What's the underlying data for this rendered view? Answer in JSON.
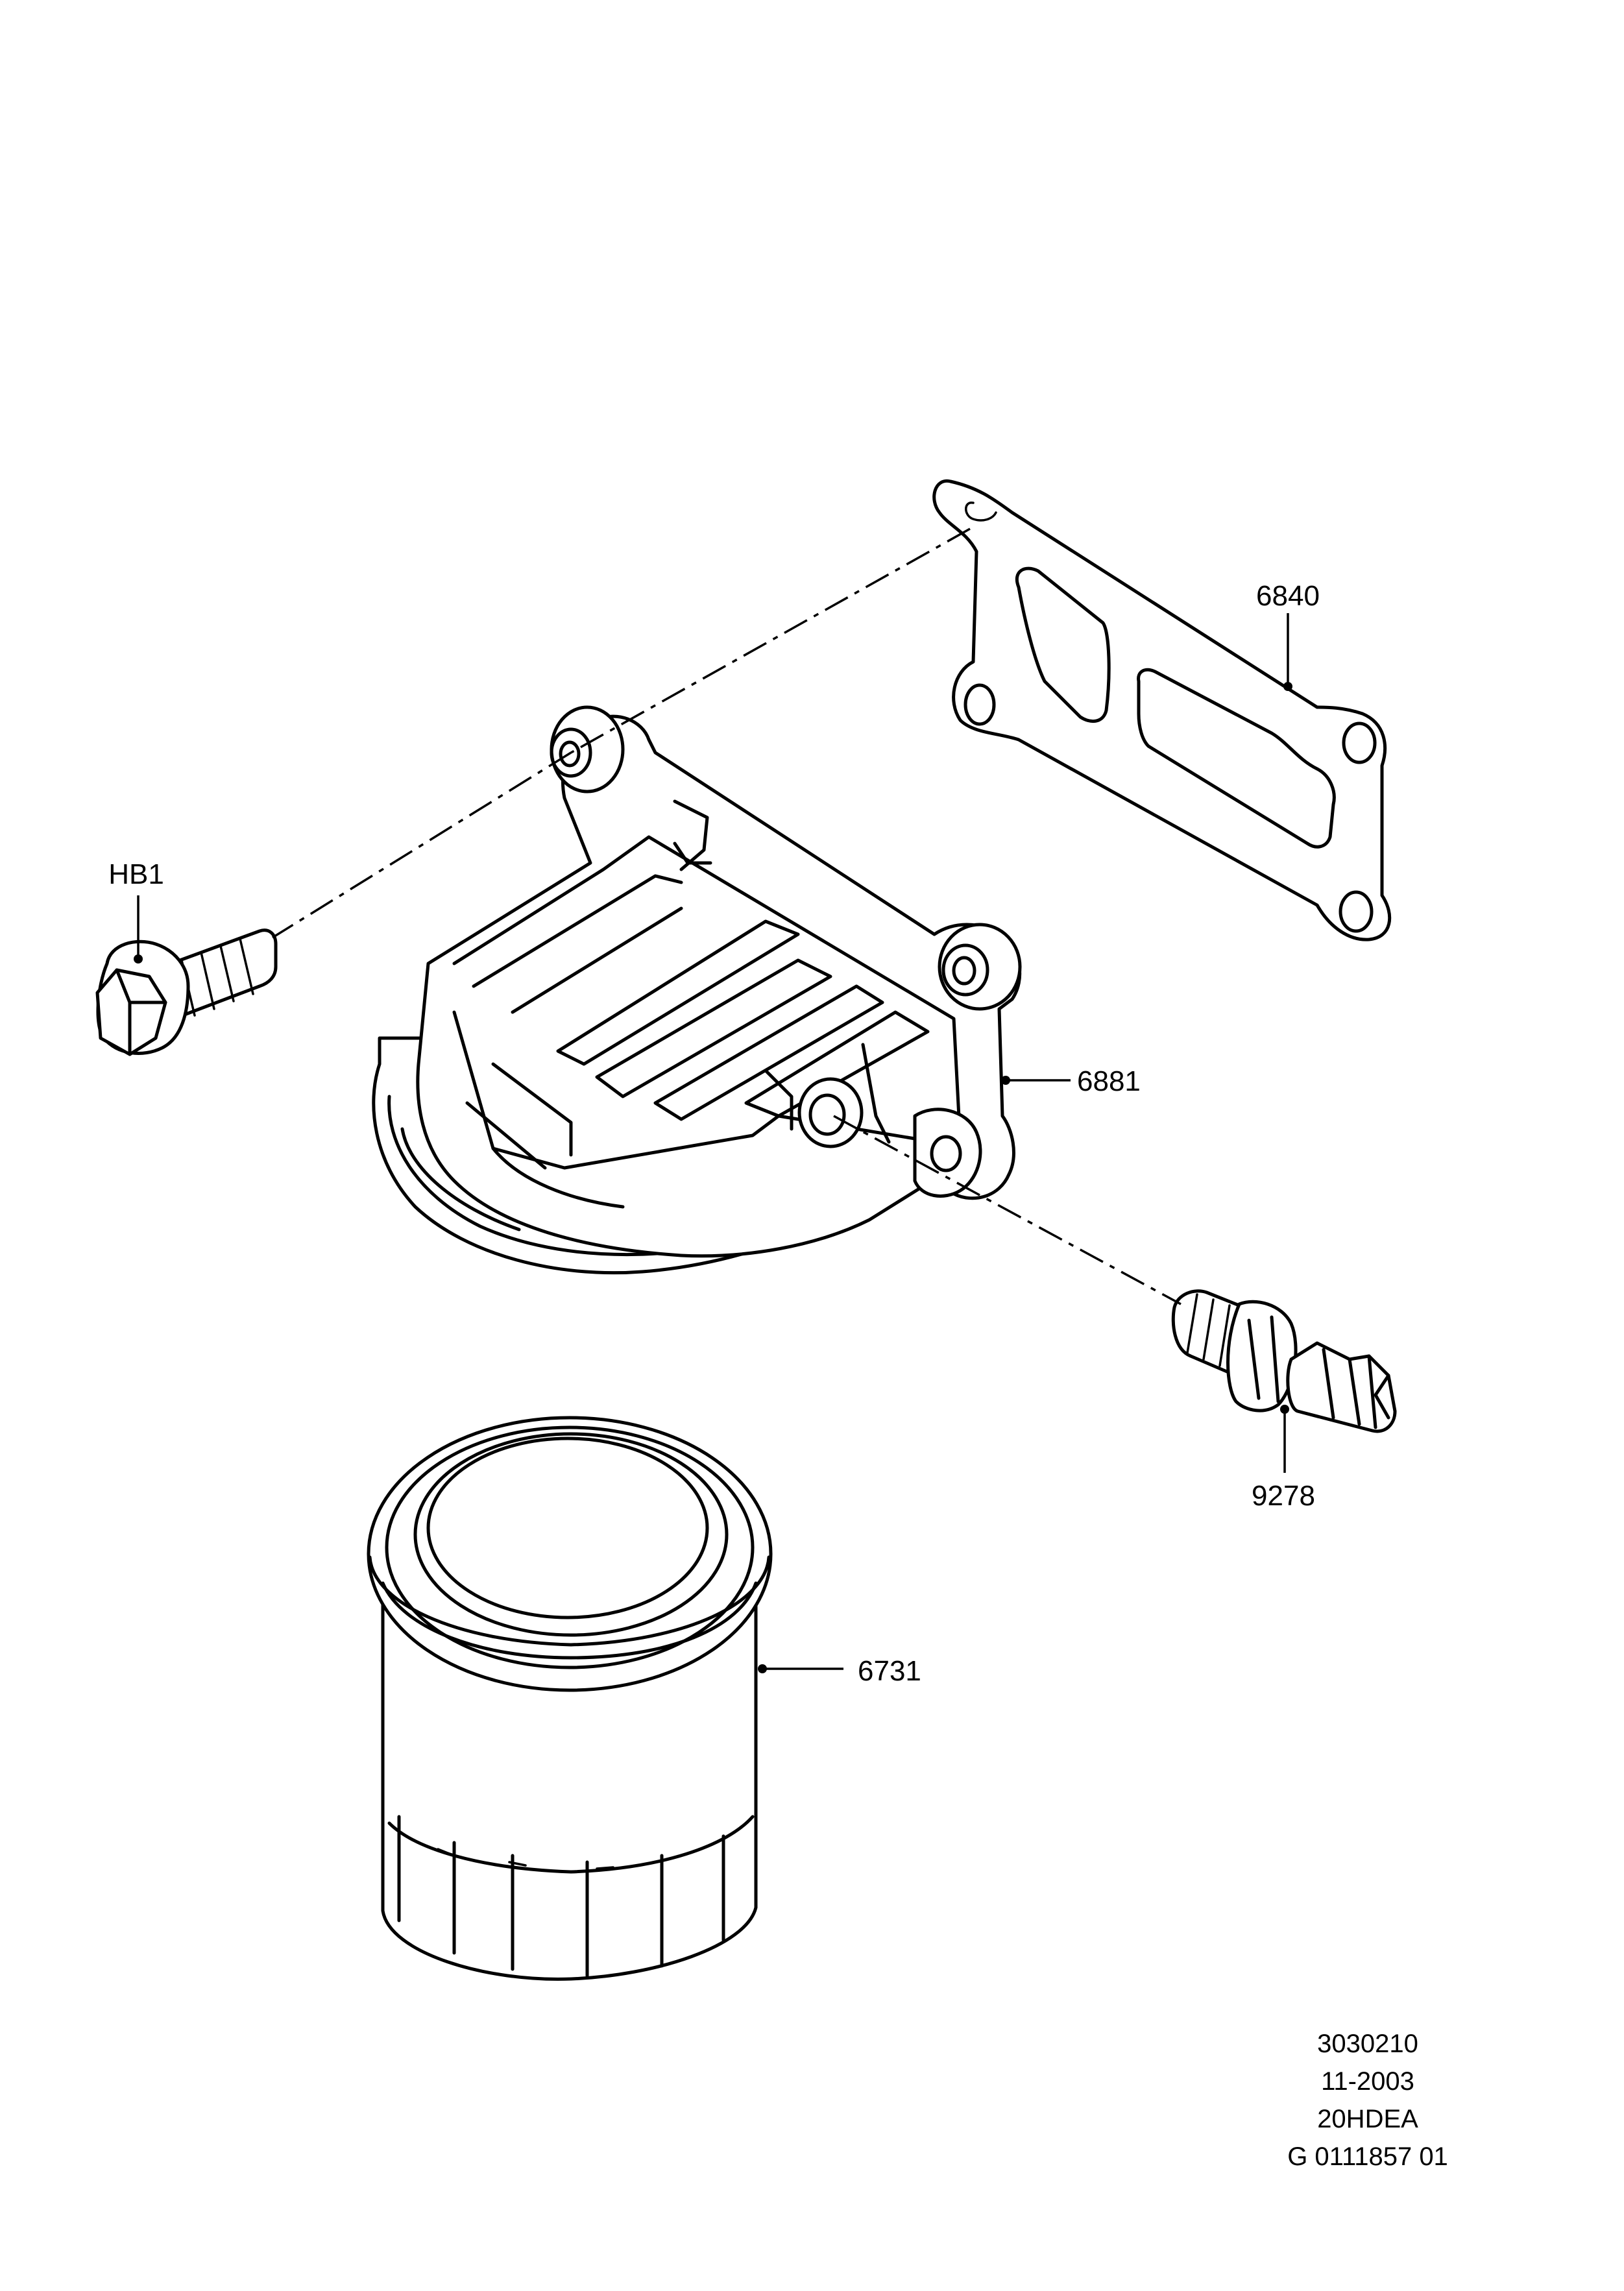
{
  "parts": {
    "gasket": {
      "number": "6840"
    },
    "bolt": {
      "number": "HB1"
    },
    "adapter": {
      "number": "6881"
    },
    "sensor": {
      "number": "9278"
    },
    "filter": {
      "number": "6731"
    }
  },
  "meta": {
    "lines": [
      "3030210",
      "11-2003",
      "20HDEA",
      "G 0111857 01"
    ]
  }
}
